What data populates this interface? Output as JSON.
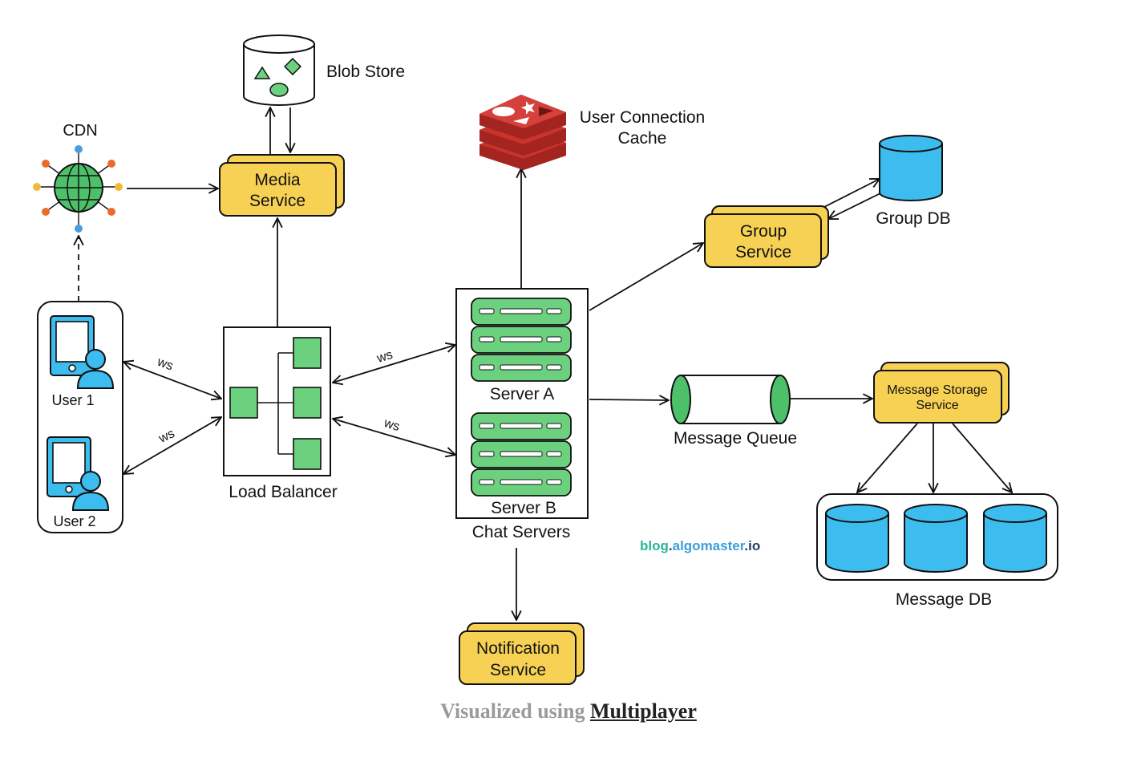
{
  "nodes": {
    "blob_store": "Blob Store",
    "cdn": "CDN",
    "media_service": [
      "Media",
      "Service"
    ],
    "user_connection_cache": [
      "User Connection",
      "Cache"
    ],
    "group_db": "Group DB",
    "group_service": [
      "Group",
      "Service"
    ],
    "user1": "User 1",
    "user2": "User 2",
    "load_balancer": "Load Balancer",
    "server_a": "Server A",
    "server_b": "Server B",
    "chat_servers": "Chat Servers",
    "message_queue": "Message Queue",
    "message_storage_service": [
      "Message Storage",
      "Service"
    ],
    "message_db": "Message DB",
    "notification_service": [
      "Notification",
      "Service"
    ]
  },
  "edge_labels": {
    "ws": "ws"
  },
  "watermark": {
    "part1": "blog",
    "dot": ".",
    "part2": "algomaster",
    "part3": ".io"
  },
  "caption": {
    "prefix": "Visualized using ",
    "link": "Multiplayer"
  },
  "colors": {
    "yellow": "#f7d154",
    "green": "#6cd17e",
    "blue": "#3cbcef",
    "red": "#c8332e",
    "cdn_orange": "#ea6b2b",
    "cdn_yellow": "#f2b937",
    "cdn_blue": "#4a9ee0"
  }
}
